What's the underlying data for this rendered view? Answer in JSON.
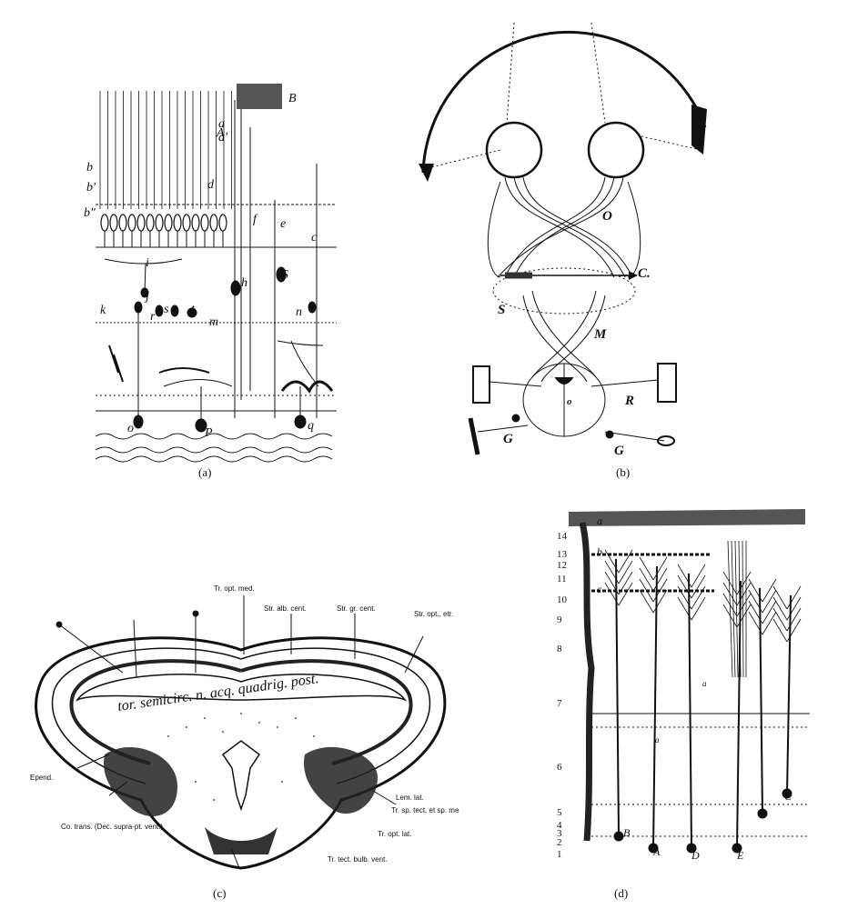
{
  "figure": {
    "captions": {
      "a": "(a)",
      "b": "(b)",
      "c": "(c)",
      "d": "(d)"
    }
  },
  "panel_a": {
    "labels": [
      "B",
      "A",
      "a",
      "a'",
      "b",
      "b'",
      "b\"",
      "d",
      "e",
      "c",
      "f",
      "i",
      "j",
      "h",
      "S",
      "k",
      "r",
      "s",
      "t",
      "m",
      "n",
      "o",
      "P",
      "q"
    ]
  },
  "panel_b": {
    "labels": {
      "optic": "O",
      "center": "C.",
      "s": "S",
      "m": "M",
      "r": "R",
      "o": "o",
      "g1": "G",
      "g2": "G"
    }
  },
  "panel_c": {
    "top_labels": {
      "opt_med": "Tr. opt. med.",
      "alb_cent": "Str. alb. cent.",
      "gr_cent": "Str. gr. cent.",
      "opt_etr": "Str. opt., etr."
    },
    "side_labels": {
      "epend": "Epend.",
      "co_trans": "Co. trans. (Dec. supra-pt. vent.)",
      "lem_lat": "Lem. lat.",
      "tr_sp": "Tr. sp. tect. et sp. mes.",
      "tr_opt_lat": "Tr. opt. lat.",
      "tr_tect": "Tr. tect. bulb. vent."
    },
    "inner_text": "tor. semicirc.   n. acq. quadrig. post."
  },
  "panel_d": {
    "layer_numbers": [
      "14",
      "13",
      "12",
      "11",
      "10",
      "9",
      "8",
      "7",
      "6",
      "5",
      "4",
      "3",
      "2",
      "1"
    ],
    "letters": [
      "a",
      "b",
      "c",
      "B",
      "A",
      "D",
      "E",
      "C",
      "a",
      "a"
    ]
  }
}
